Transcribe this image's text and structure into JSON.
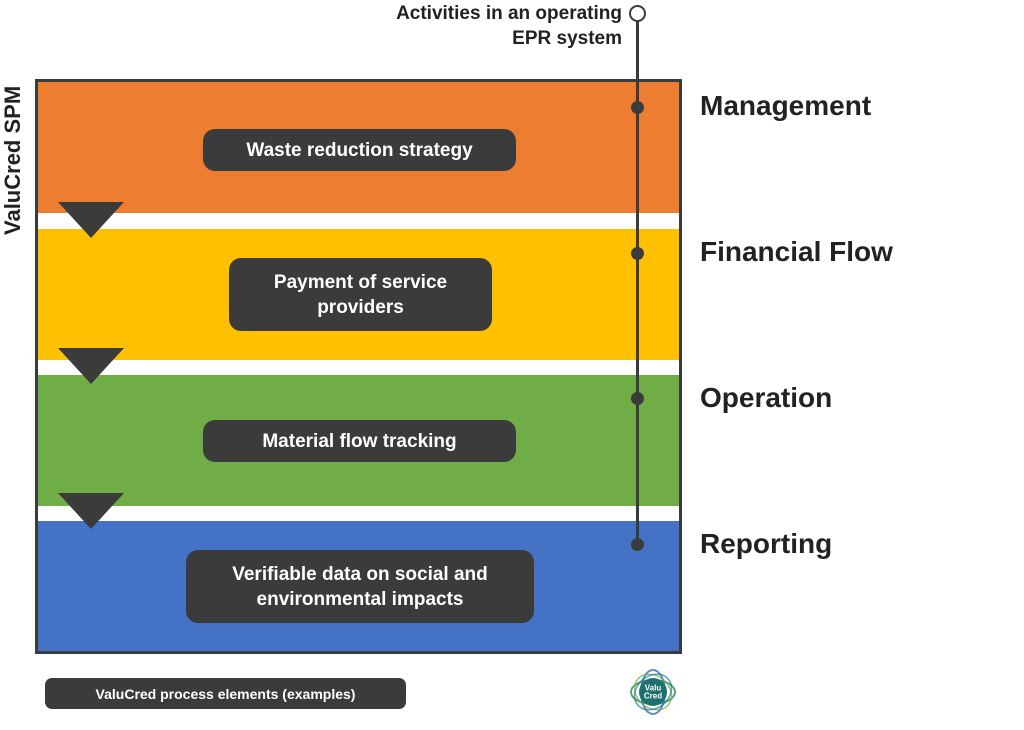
{
  "vertical_title": "ValuCred SPM",
  "top_label": {
    "line1": "Activities in an operating",
    "line2": "EPR system"
  },
  "bands": [
    {
      "color": "#ED7D31",
      "pill": "Waste reduction strategy",
      "side_label": "Management"
    },
    {
      "color": "#FFC000",
      "pill_line1": "Payment of service",
      "pill_line2": "providers",
      "side_label": "Financial Flow"
    },
    {
      "color": "#70AD47",
      "pill": "Material flow tracking",
      "side_label": "Operation"
    },
    {
      "color": "#4472C4",
      "pill_line1": "Verifiable data on social and",
      "pill_line2": "environmental impacts",
      "side_label": "Reporting"
    }
  ],
  "legend": "ValuCred process elements (examples)",
  "logo": {
    "line1": "Valu",
    "line2": "Cred"
  }
}
